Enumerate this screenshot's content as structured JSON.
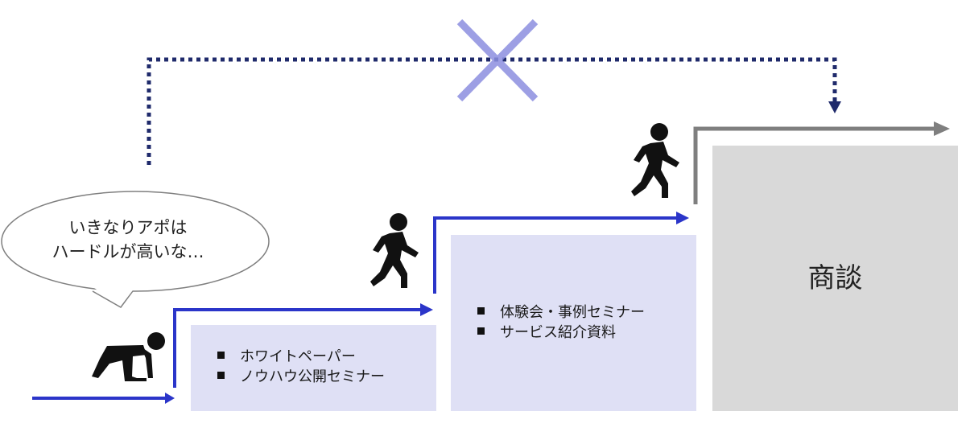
{
  "speech_bubble": {
    "line1": "いきなりアポは",
    "line2": "ハードルが高いな…"
  },
  "steps": [
    {
      "items": [
        "ホワイトペーパー",
        "ノウハウ公開セミナー"
      ]
    },
    {
      "items": [
        "体験会・事例セミナー",
        "サービス紹介資料"
      ]
    },
    {
      "label": "商談"
    }
  ],
  "colors": {
    "step_arrow": "#2b35c9",
    "step_box": "#dfe0f5",
    "final_box": "#d9d9d9",
    "final_arrow": "#7f7f7f",
    "shortcut_line": "#1f2a6b",
    "cross": "#8c8fe0"
  },
  "icons": [
    "crouching-person-icon",
    "walking-person-icon",
    "walking-person-icon",
    "cross-icon"
  ]
}
